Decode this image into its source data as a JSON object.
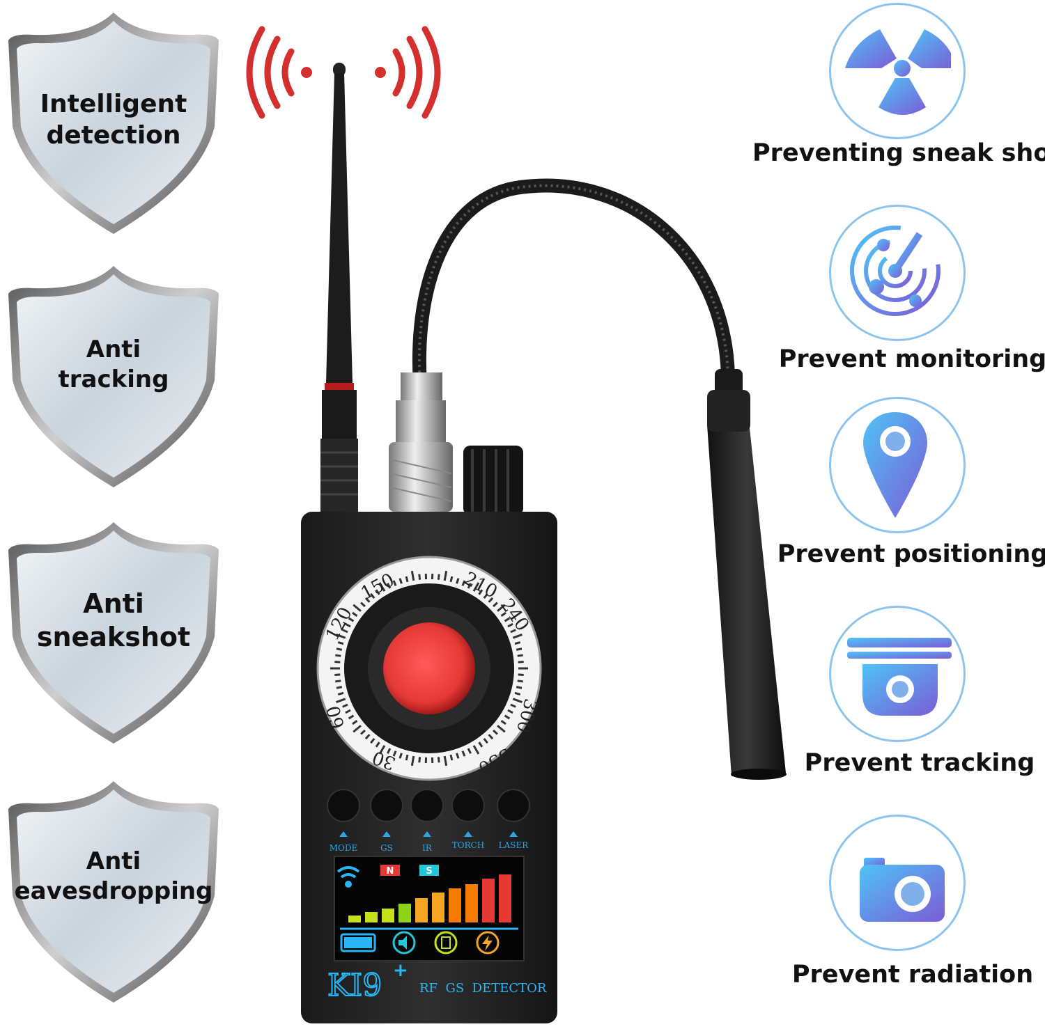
{
  "shields": [
    {
      "line1": "Intelligent",
      "line2": "detection"
    },
    {
      "line1": "Anti",
      "line2": "tracking"
    },
    {
      "line1": "Anti",
      "line2": "sneakshot"
    },
    {
      "line1": "Anti",
      "line2": "eavesdropping"
    }
  ],
  "features": [
    {
      "label": "Preventing sneak shots",
      "icon": "radiation-icon"
    },
    {
      "label": "Prevent monitoring",
      "icon": "radar-icon"
    },
    {
      "label": "Prevent positioning",
      "icon": "map-pin-icon"
    },
    {
      "label": "Prevent tracking",
      "icon": "dome-camera-icon"
    },
    {
      "label": "Prevent radiation",
      "icon": "camera-icon"
    }
  ],
  "device": {
    "dial_numbers": [
      "150",
      "210",
      "240",
      "300",
      "330",
      "30",
      "60",
      "120"
    ],
    "button_labels": [
      "MODE",
      "GS",
      "IR",
      "TORCH",
      "LASER"
    ],
    "magnet_north": "N",
    "magnet_south": "S",
    "model": "KI9",
    "model_sup": "+",
    "subtitle": "RF  GS  DETECTOR"
  },
  "colors": {
    "icon_gradient_start": "#4fc3f7",
    "icon_gradient_end": "#7b5cd6",
    "lens": "#e53935",
    "signal_wave": "#d32f2f",
    "screen_accent": "#29b6f6"
  }
}
